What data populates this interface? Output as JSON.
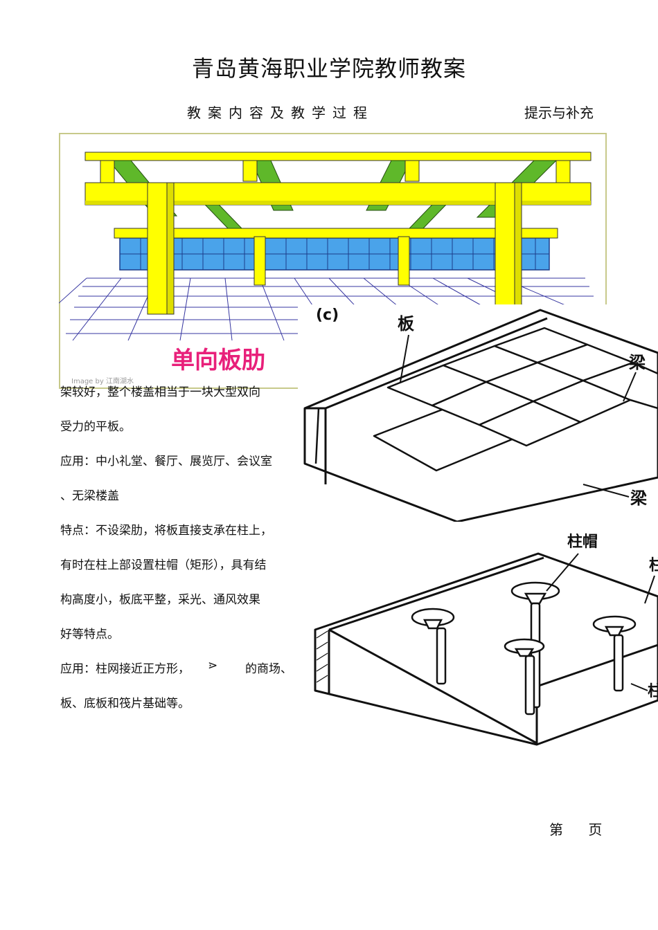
{
  "document": {
    "title": "青岛黄海职业学院教师教案",
    "header_left": "教案内容及教学过程",
    "header_right": "提示与补充",
    "body_lines": [
      "架较好，整个楼盖相当于一块大型双向",
      "受力的平板。",
      "应用：中小礼堂、餐厅、展览厅、会议室",
      "、无梁楼盖",
      "特点：不设梁肋，将板直接支承在柱上，",
      "有时在柱上部设置柱帽（矩形），具有结",
      "构高度小，板底平整，采光、通风效果",
      "好等特点。",
      "应用：柱网接近正方形，",
      "板、底板和筏片基础等。"
    ],
    "inline_glyph": "⋗",
    "inline_tail": "的商场、",
    "footer": "第 页"
  },
  "figure_one_way": {
    "caption": "单向板肋",
    "watermark": "Image by 江南湖水"
  },
  "figure_two_way": {
    "tag": "(c)",
    "labels": [
      "板",
      "梁",
      "梁"
    ]
  },
  "figure_flat": {
    "labels": [
      "柱帽",
      "柱",
      "柱"
    ]
  },
  "colors": {
    "beam_yellow": "#ffff00",
    "beam_green": "#5fb82a",
    "window_blue": "#4aa3ea",
    "caption_pink": "#e8207a",
    "frame_border": "#c7c98a"
  }
}
